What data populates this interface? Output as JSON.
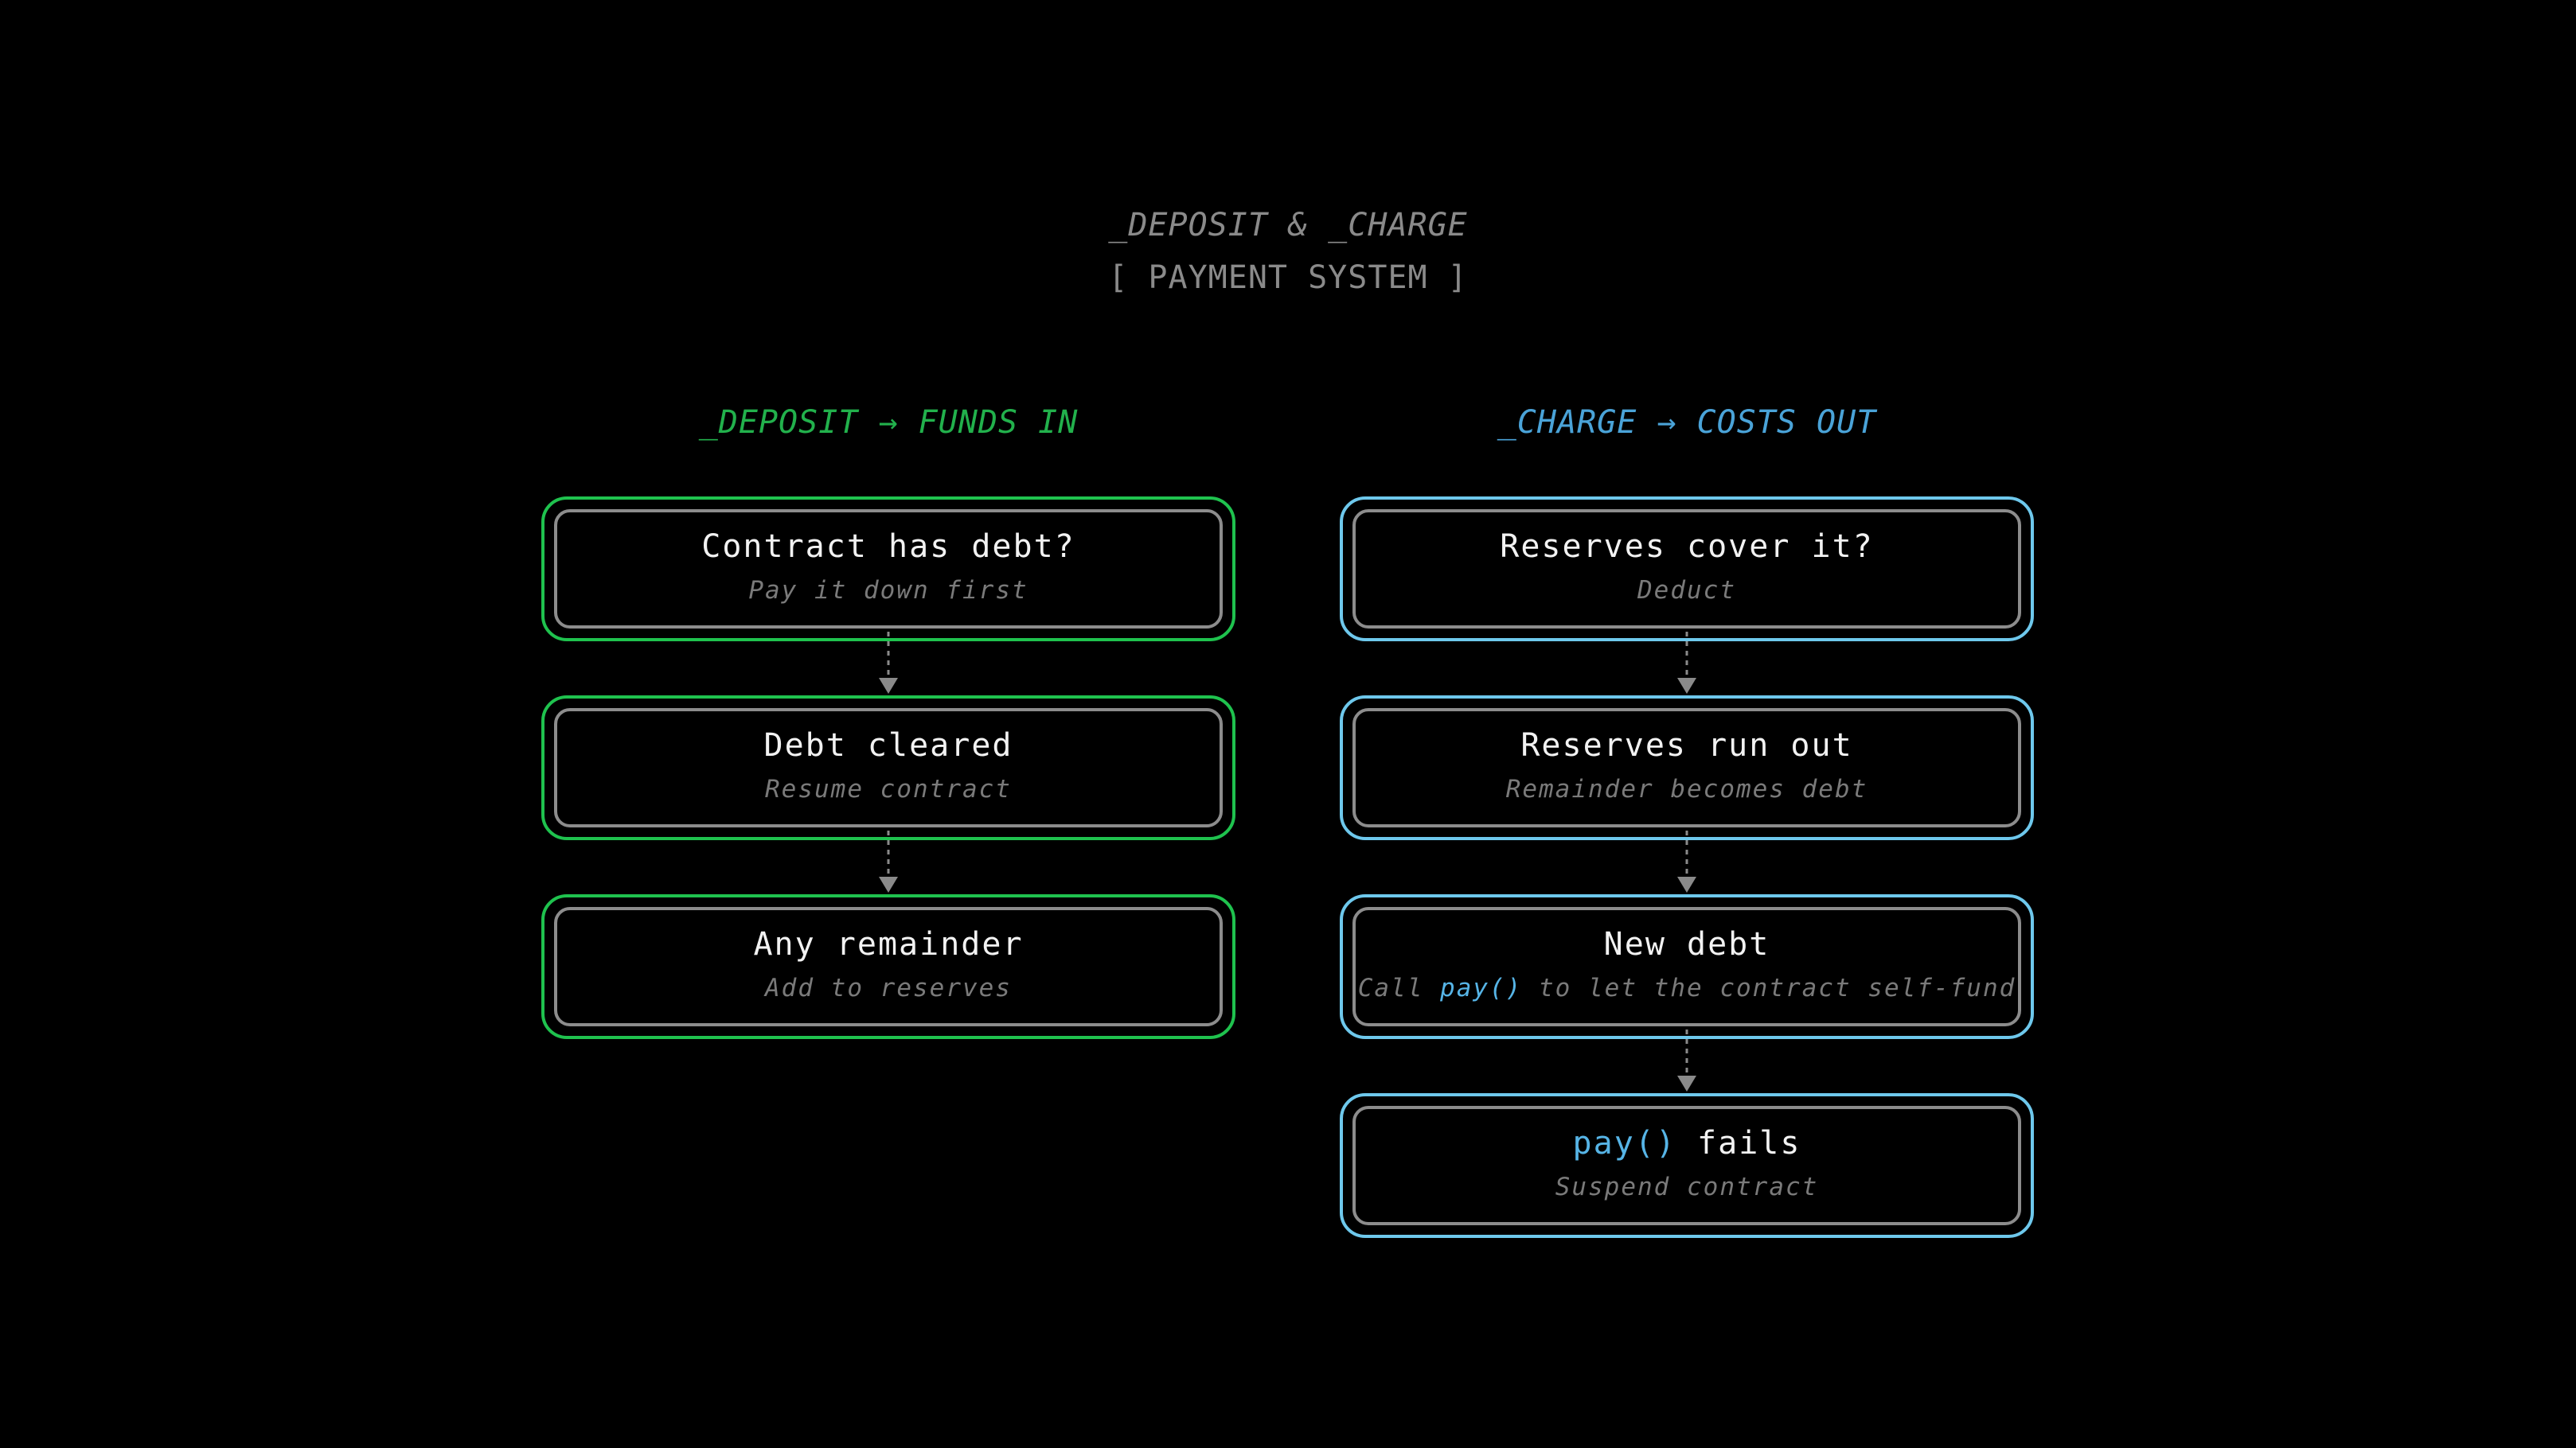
{
  "header": {
    "title": "_DEPOSIT & _CHARGE",
    "subtitle": "[ PAYMENT SYSTEM ]"
  },
  "columns": {
    "deposit": {
      "heading": "_DEPOSIT → FUNDS IN",
      "color": "#1fc24e",
      "nodes": [
        {
          "label": "Contract has debt?",
          "sub": "Pay it down first"
        },
        {
          "label": "Debt cleared",
          "sub": "Resume contract"
        },
        {
          "label": "Any remainder",
          "sub": "Add to reserves"
        }
      ]
    },
    "charge": {
      "heading": "_CHARGE → COSTS OUT",
      "color": "#6ec8ec",
      "nodes": [
        {
          "label": "Reserves cover it?",
          "sub": "Deduct"
        },
        {
          "label": "Reserves run out",
          "sub": "Remainder becomes debt"
        },
        {
          "label": "New debt",
          "sub_before": "Call ",
          "sub_code": "pay()",
          "sub_after": " to let the contract self-fund"
        },
        {
          "label_code": "pay()",
          "label_after": " fails",
          "sub": "Suspend contract"
        }
      ]
    }
  }
}
